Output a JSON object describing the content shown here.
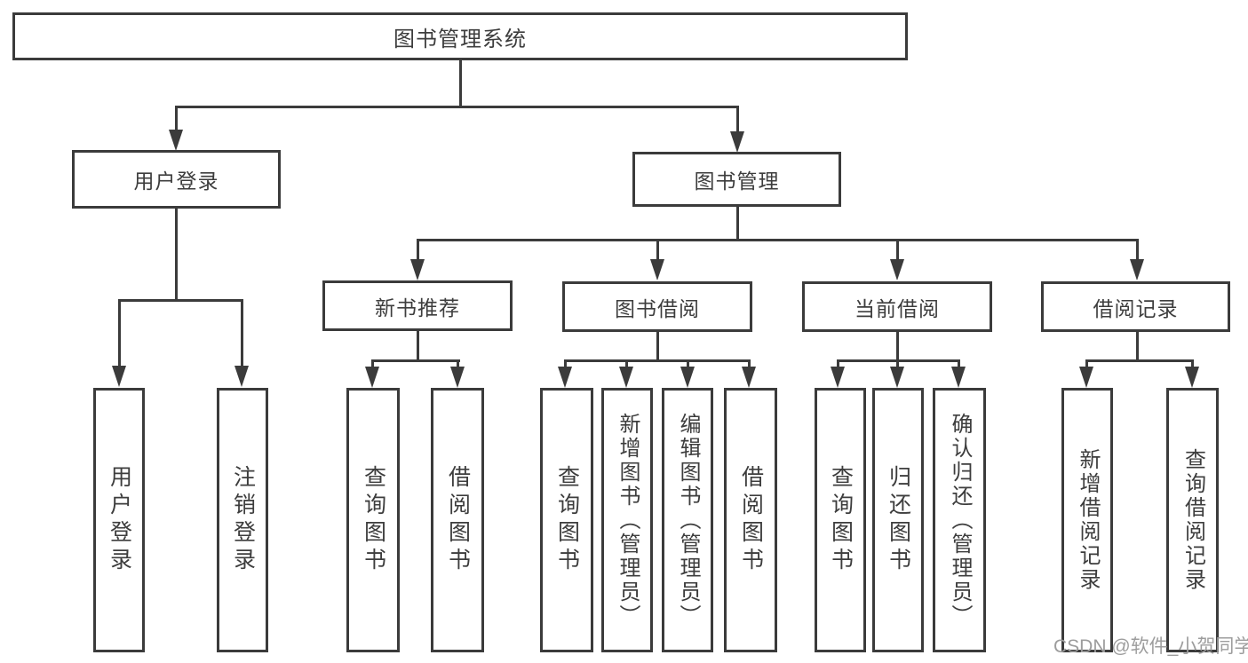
{
  "diagram": {
    "root": {
      "label": "图书管理系统"
    },
    "branches": [
      {
        "label": "用户登录",
        "children": [
          {
            "label": "用户登录"
          },
          {
            "label": "注销登录"
          }
        ]
      },
      {
        "label": "图书管理",
        "children": [
          {
            "label": "新书推荐",
            "children": [
              {
                "label": "查询图书"
              },
              {
                "label": "借阅图书"
              }
            ]
          },
          {
            "label": "图书借阅",
            "children": [
              {
                "label": "查询图书"
              },
              {
                "label": "新增图书（管理员）"
              },
              {
                "label": "编辑图书（管理员）"
              },
              {
                "label": "借阅图书"
              }
            ]
          },
          {
            "label": "当前借阅",
            "children": [
              {
                "label": "查询图书"
              },
              {
                "label": "归还图书"
              },
              {
                "label": "确认归还（管理员）"
              }
            ]
          },
          {
            "label": "借阅记录",
            "children": [
              {
                "label": "新增借阅记录"
              },
              {
                "label": "查询借阅记录"
              }
            ]
          }
        ]
      }
    ],
    "watermark": "CSDN @软件_小贺同学",
    "colors": {
      "line": "#3b3b3b",
      "text": "#3d3d3d",
      "box_fill": "#ffffff",
      "background": "#ffffff",
      "watermark": "#9d9d9d"
    }
  }
}
